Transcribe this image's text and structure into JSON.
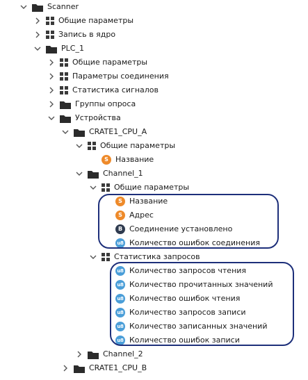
{
  "tree": {
    "scanner": "Scanner",
    "scanner_general": "Общие параметры",
    "scanner_core": "Запись в ядро",
    "plc": "PLC_1",
    "plc_general": "Общие параметры",
    "plc_connection": "Параметры соединения",
    "plc_stats": "Статистика сигналов",
    "plc_poll_groups": "Группы опроса",
    "plc_devices": "Устройства",
    "crate_a": "CRATE1_CPU_A",
    "crate_a_general": "Общие параметры",
    "crate_a_name": "Название",
    "channel_1": "Channel_1",
    "ch1_general": "Общие параметры",
    "ch1_name": "Название",
    "ch1_address": "Адрес",
    "ch1_connected": "Соединение установлено",
    "ch1_conn_errors": "Количество ошибок соединения",
    "ch1_req_stats": "Статистика запросов",
    "ch1_read_requests": "Количество запросов чтения",
    "ch1_read_values": "Количество прочитанных значений",
    "ch1_read_errors": "Количество ошибок чтения",
    "ch1_write_requests": "Количество запросов записи",
    "ch1_written_values": "Количество записанных значений",
    "ch1_write_errors": "Количество ошибок записи",
    "channel_2": "Channel_2",
    "crate_b": "CRATE1_CPU_B"
  },
  "badges": {
    "string": "S",
    "bool": "B",
    "uint8": "u8"
  },
  "icons": {
    "expanded": "chevron-down-icon",
    "collapsed": "chevron-right-icon",
    "folder": "folder-icon",
    "group": "grid-icon"
  },
  "colors": {
    "folder": "#2b2b2b",
    "grid": "#3a3a3a",
    "badge_string": "#ee8a2a",
    "badge_bool": "#2f3b4f",
    "badge_uint8": "#4b9ed8",
    "highlight": "#1d2f7a"
  }
}
